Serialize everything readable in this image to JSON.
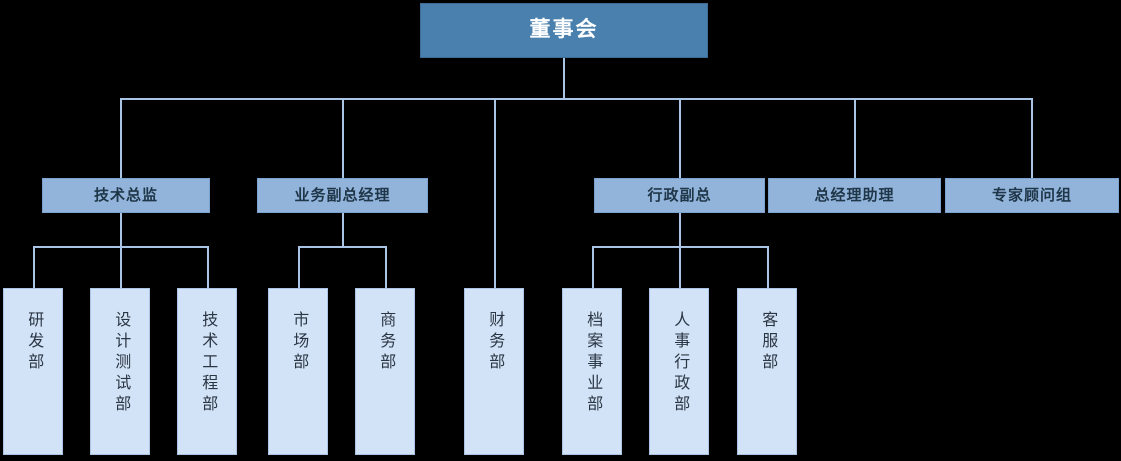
{
  "chart_data": {
    "type": "diagram",
    "diagram_kind": "organizational-chart",
    "title": "",
    "orientation": "top-down",
    "colors": {
      "background": "#000000",
      "level0_fill": "#4A80AD",
      "level0_text": "#FFFFFF",
      "level1_fill": "#92B4DB",
      "level1_text": "#1F3648",
      "level2_fill": "#D3E3F7",
      "level2_text": "#2A3644",
      "connector": "#A9C4E4"
    },
    "levels": [
      {
        "level": 0,
        "count": 1
      },
      {
        "level": 1,
        "count": 5
      },
      {
        "level": 2,
        "count": 9
      }
    ],
    "edges": [
      {
        "from": "root",
        "to": "tech-director"
      },
      {
        "from": "root",
        "to": "business-vp"
      },
      {
        "from": "root",
        "to": "finance-dept"
      },
      {
        "from": "root",
        "to": "admin-vp"
      },
      {
        "from": "root",
        "to": "gm-assistant"
      },
      {
        "from": "root",
        "to": "expert-advisory-group"
      },
      {
        "from": "tech-director",
        "to": "rd-dept"
      },
      {
        "from": "tech-director",
        "to": "design-test-dept"
      },
      {
        "from": "tech-director",
        "to": "tech-engineering-dept"
      },
      {
        "from": "business-vp",
        "to": "marketing-dept"
      },
      {
        "from": "business-vp",
        "to": "commerce-dept"
      },
      {
        "from": "admin-vp",
        "to": "archives-division"
      },
      {
        "from": "admin-vp",
        "to": "hr-admin-dept"
      },
      {
        "from": "admin-vp",
        "to": "customer-service-dept"
      }
    ]
  },
  "root": {
    "id": "root",
    "label": "董事会"
  },
  "executives": [
    {
      "id": "tech-director",
      "label": "技术总监"
    },
    {
      "id": "business-vp",
      "label": "业务副总经理"
    },
    {
      "id": "admin-vp",
      "label": "行政副总"
    },
    {
      "id": "gm-assistant",
      "label": "总经理助理"
    },
    {
      "id": "expert-advisory-group",
      "label": "专家顾问组"
    }
  ],
  "departments": [
    {
      "id": "rd-dept",
      "label": "研发部",
      "parent": "tech-director"
    },
    {
      "id": "design-test-dept",
      "label": "设计测试部",
      "parent": "tech-director"
    },
    {
      "id": "tech-engineering-dept",
      "label": "技术工程部",
      "parent": "tech-director"
    },
    {
      "id": "marketing-dept",
      "label": "市场部",
      "parent": "business-vp"
    },
    {
      "id": "commerce-dept",
      "label": "商务部",
      "parent": "business-vp"
    },
    {
      "id": "finance-dept",
      "label": "财务部",
      "parent": "root"
    },
    {
      "id": "archives-division",
      "label": "档案事业部",
      "parent": "admin-vp"
    },
    {
      "id": "hr-admin-dept",
      "label": "人事行政部",
      "parent": "admin-vp"
    },
    {
      "id": "customer-service-dept",
      "label": "客服部",
      "parent": "admin-vp"
    }
  ]
}
